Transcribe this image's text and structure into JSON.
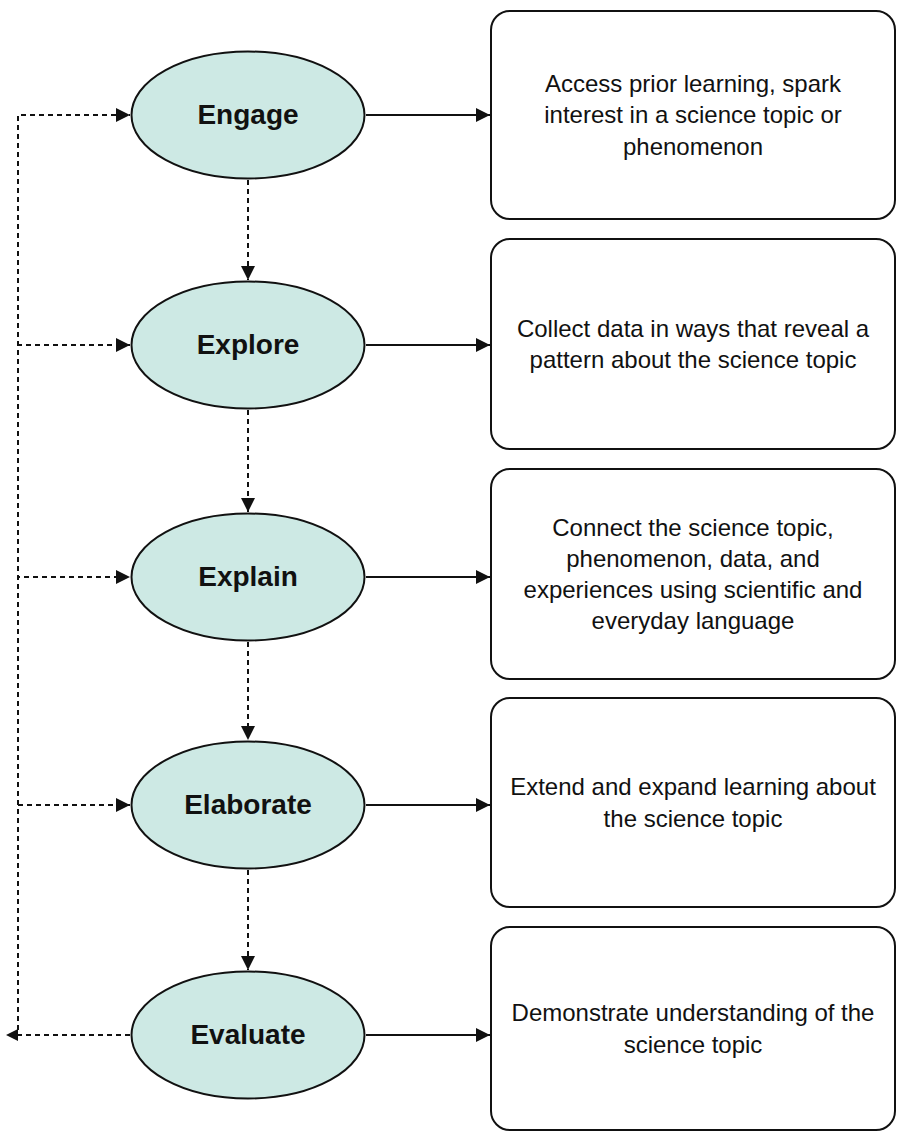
{
  "diagram": {
    "nodes": [
      {
        "text": [
          "Engage"
        ]
      },
      {
        "text": [
          "Access prior learning, spark interest in a science topic or phenomenon"
        ]
      },
      {
        "text": [
          "Explore"
        ]
      },
      {
        "text": [
          "Collect data in ways that reveal a pattern about the science topic"
        ]
      },
      {
        "text": [
          "Explain"
        ]
      },
      {
        "text": [
          "Connect the science topic, phenomenon, data, and experiences using scientific and everyday language"
        ]
      },
      {
        "text": [
          "Elaborate"
        ]
      },
      {
        "text": [
          "Extend and expand learning about the science topic"
        ]
      },
      {
        "text": [
          "Evaluate"
        ]
      },
      {
        "text": [
          "Demonstrate understanding of the science topic"
        ]
      }
    ],
    "edges": [
      {
        "from": 0,
        "to": 1,
        "arrow": "to"
      },
      {
        "from": 0,
        "to": 2,
        "arrow": "to"
      },
      {
        "from": 2,
        "to": 3,
        "arrow": "to"
      },
      {
        "from": 2,
        "to": 4,
        "arrow": "to"
      },
      {
        "from": 4,
        "to": 5,
        "arrow": "to"
      },
      {
        "from": 4,
        "to": 6,
        "arrow": "to"
      },
      {
        "from": 6,
        "to": 7,
        "arrow": "to"
      },
      {
        "from": 6,
        "to": 8,
        "arrow": "to"
      },
      {
        "from": 8,
        "to": 9,
        "arrow": "to"
      },
      {
        "from": 8,
        "to": 0,
        "arrow": "to"
      },
      {
        "from": 8,
        "to": 2,
        "arrow": "to"
      },
      {
        "from": 8,
        "to": 4,
        "arrow": "to"
      },
      {
        "from": 8,
        "to": 6,
        "arrow": "to"
      }
    ]
  }
}
